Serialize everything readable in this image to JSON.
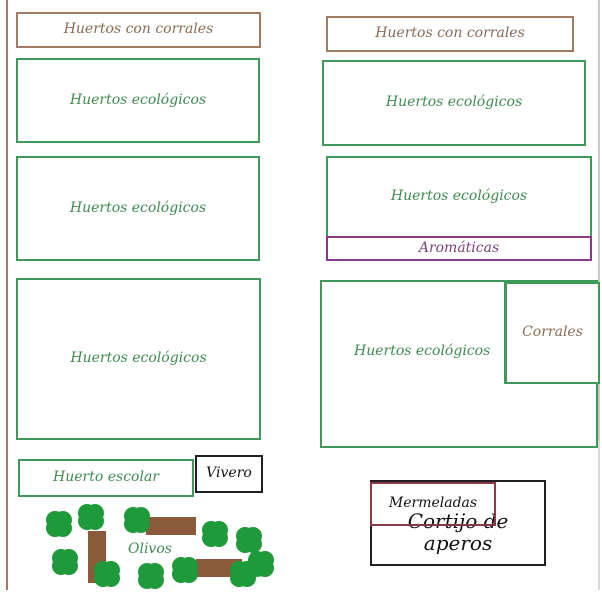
{
  "plan": {
    "top_left_corrales": "Huertos con corrales",
    "top_right_corrales": "Huertos con corrales",
    "eco_left_1": "Huertos ecológicos",
    "eco_right_1": "Huertos ecológicos",
    "eco_left_2": "Huertos ecológicos",
    "eco_right_2": "Huertos ecológicos",
    "aromaticas": "Aromáticas",
    "eco_left_3": "Huertos ecológicos",
    "eco_right_3": "Huertos ecológicos",
    "corrales": "Corrales",
    "huerto_escolar": "Huerto escolar",
    "vivero": "Vivero",
    "olivos": "Olivos",
    "mermeladas": "Mermeladas",
    "cortijo": "Cortijo de aperos"
  },
  "colors": {
    "brown_border": "#a07b62",
    "green_border": "#3f9a5a",
    "purple_border": "#8a3a8a",
    "black_border": "#1f1f1f",
    "maroon_border": "#8a3a46",
    "tree_green": "#1f9a3a",
    "path_brown": "#8a5a3a"
  },
  "icons": [
    "olive-tree-icon",
    "garden-path"
  ]
}
